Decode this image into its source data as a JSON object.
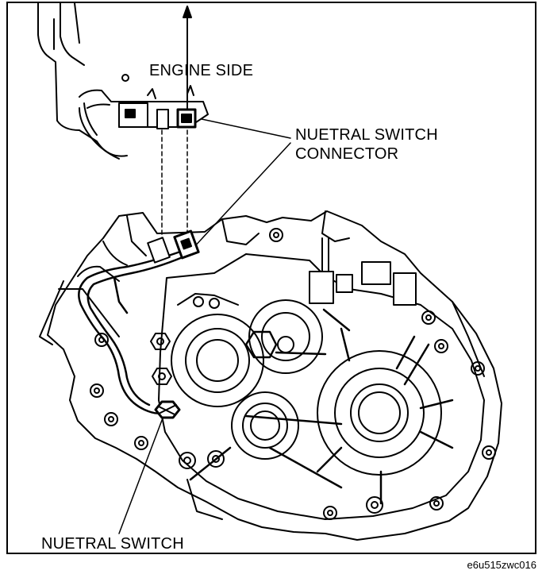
{
  "diagram": {
    "labels": {
      "engine_side": "ENGINE SIDE",
      "connector_line1": "NUETRAL SWITCH",
      "connector_line2": "CONNECTOR",
      "neutral_switch": "NUETRAL SWITCH"
    },
    "figure_code": "e6u515zwc016"
  }
}
